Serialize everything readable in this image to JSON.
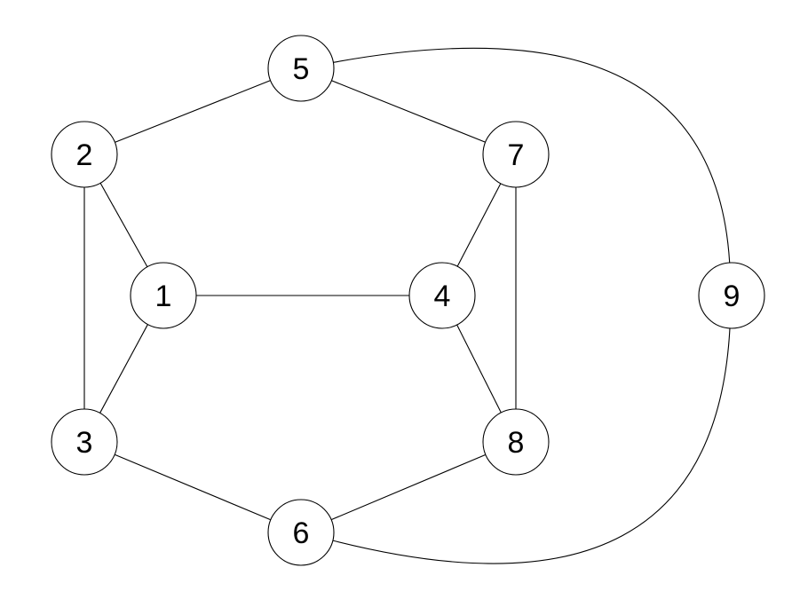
{
  "graph": {
    "nodes": [
      {
        "id": "1",
        "label": "1"
      },
      {
        "id": "2",
        "label": "2"
      },
      {
        "id": "3",
        "label": "3"
      },
      {
        "id": "4",
        "label": "4"
      },
      {
        "id": "5",
        "label": "5"
      },
      {
        "id": "6",
        "label": "6"
      },
      {
        "id": "7",
        "label": "7"
      },
      {
        "id": "8",
        "label": "8"
      },
      {
        "id": "9",
        "label": "9"
      }
    ],
    "edges": [
      {
        "from": "2",
        "to": "5"
      },
      {
        "from": "5",
        "to": "7"
      },
      {
        "from": "2",
        "to": "1"
      },
      {
        "from": "2",
        "to": "3"
      },
      {
        "from": "1",
        "to": "3"
      },
      {
        "from": "1",
        "to": "4"
      },
      {
        "from": "7",
        "to": "4"
      },
      {
        "from": "7",
        "to": "8"
      },
      {
        "from": "4",
        "to": "8"
      },
      {
        "from": "3",
        "to": "6"
      },
      {
        "from": "6",
        "to": "8"
      },
      {
        "from": "5",
        "to": "9"
      },
      {
        "from": "6",
        "to": "9"
      }
    ],
    "colors": {
      "stroke": "#000000",
      "node_fill": "#ffffff",
      "background": "#ffffff"
    }
  }
}
